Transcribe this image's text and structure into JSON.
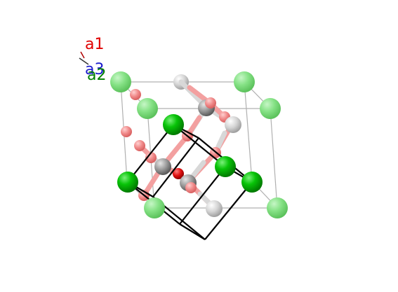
{
  "axes": {
    "a1": {
      "label": "a1",
      "color": "#e00000"
    },
    "a2": {
      "label": "a2",
      "color": "#008000"
    },
    "a3": {
      "label": "a3",
      "color": "#1a1acc"
    }
  },
  "atom_colors": {
    "green_bright": "#00b400",
    "green_faded": "#7fdf7f",
    "grey": "#c8c8c8",
    "red": "#f08080"
  }
}
